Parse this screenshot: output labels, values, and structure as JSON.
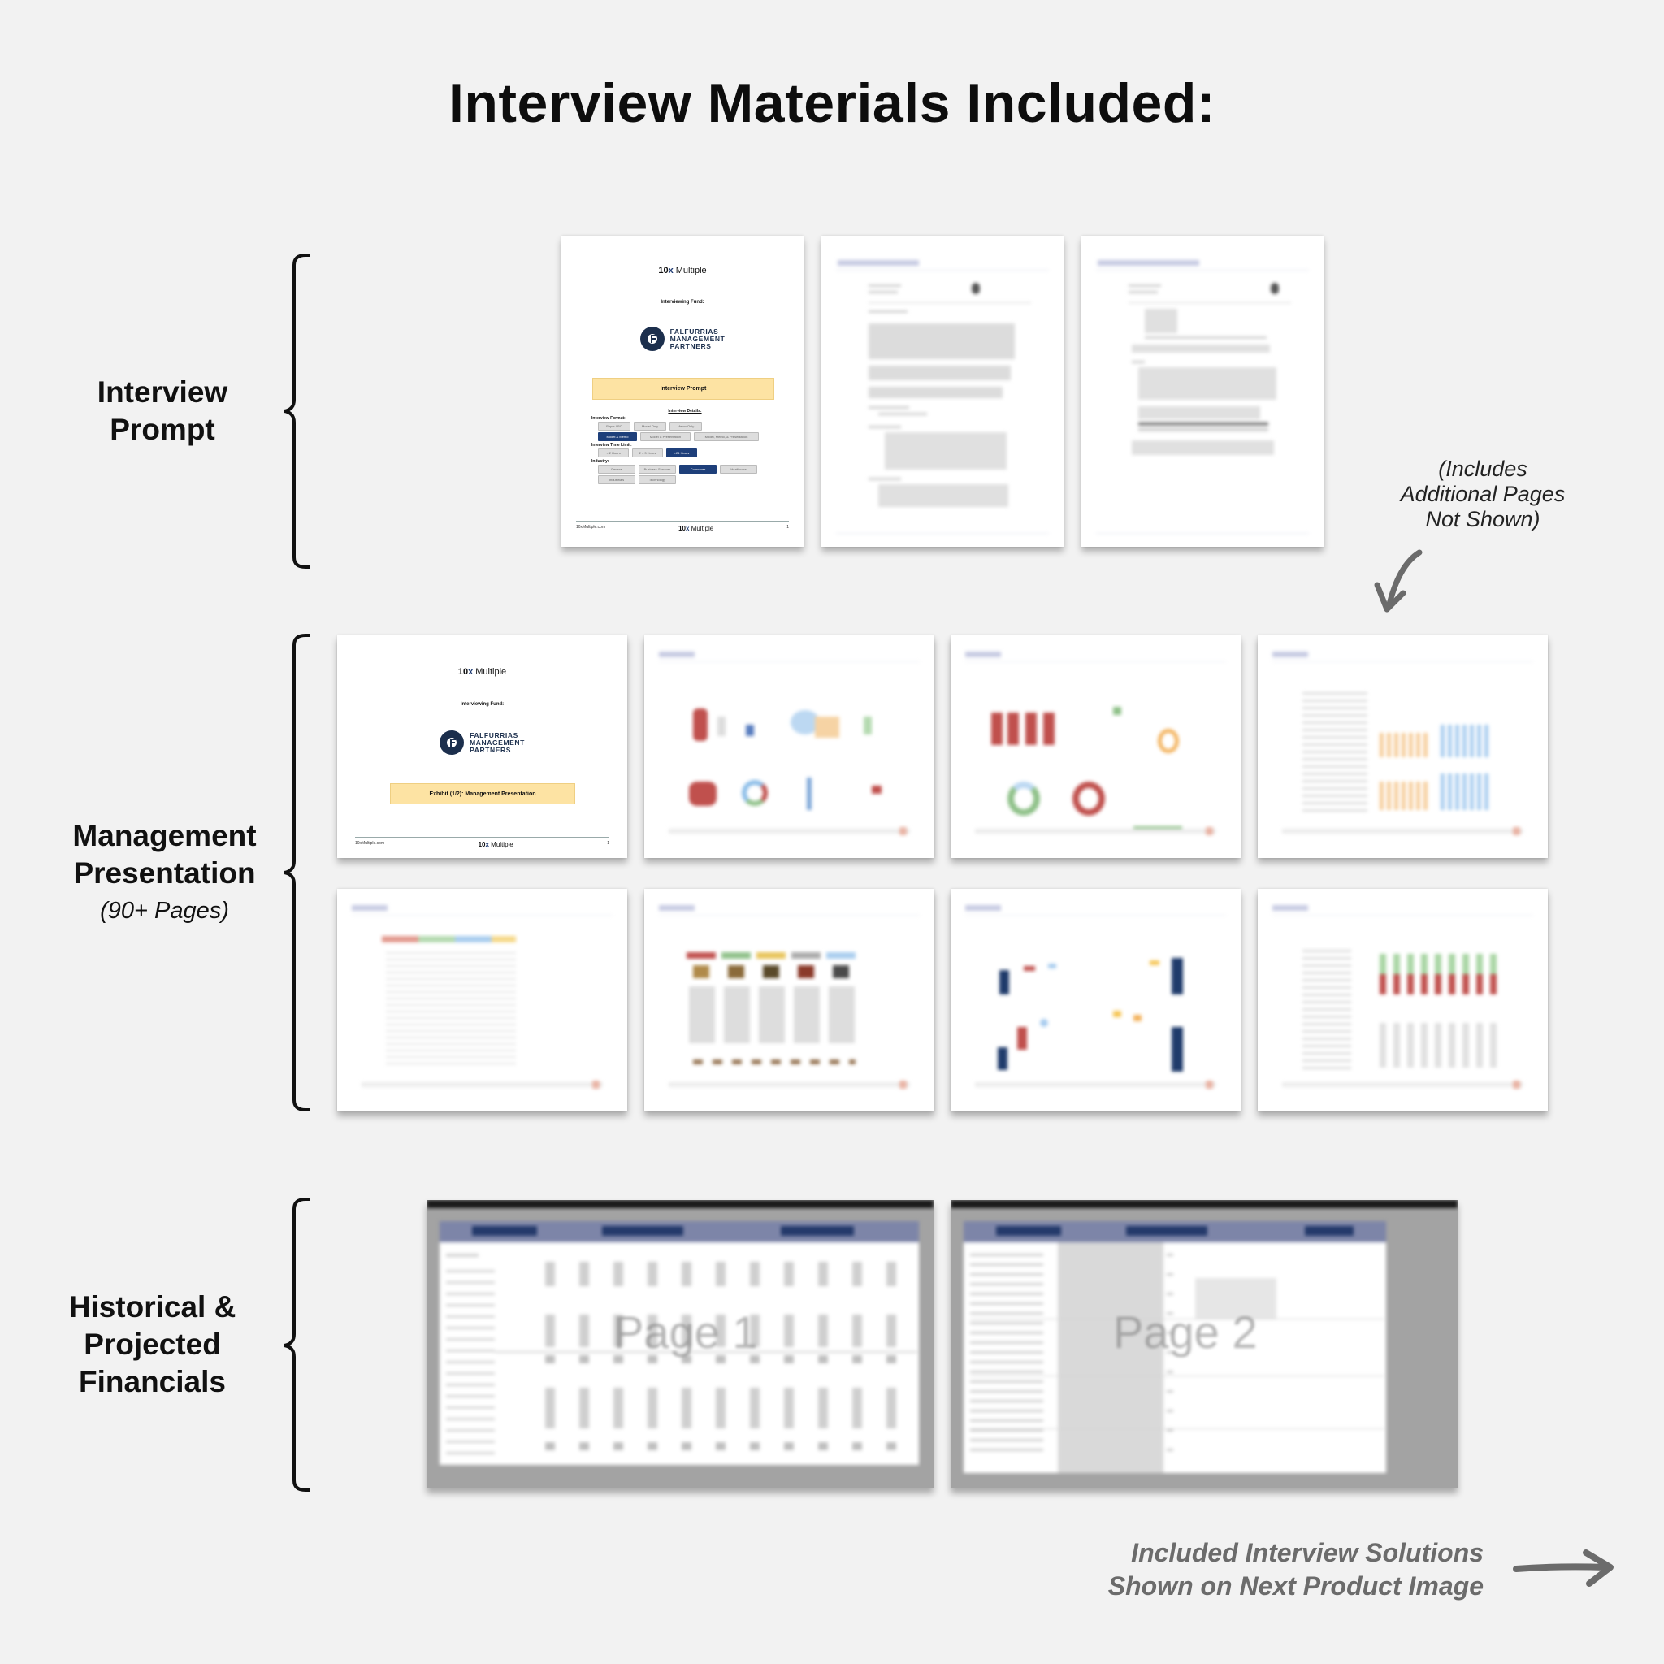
{
  "title": "Interview Materials Included:",
  "sections": {
    "prompt": {
      "label_line1": "Interview",
      "label_line2": "Prompt"
    },
    "presentation": {
      "label_line1": "Management",
      "label_line2": "Presentation",
      "sub": "(90+ Pages)"
    },
    "financials": {
      "label_line1": "Historical &",
      "label_line2": "Projected",
      "label_line3": "Financials"
    }
  },
  "prompt_cover": {
    "brand_bold": "10",
    "brand_x": "x",
    "brand_rest": " Multiple",
    "fund_label": "Interviewing Fund:",
    "fund_name_1": "FALFURRIAS",
    "fund_name_2": "MANAGEMENT",
    "fund_name_3": "PARTNERS",
    "banner": "Interview Prompt",
    "details_heading": "Interview Details:",
    "format_label": "Interview Format:",
    "format_row1": [
      "Paper LBO",
      "Model Only",
      "Memo Only"
    ],
    "format_row2": [
      "Model & Memo",
      "Model & Presentation",
      "Model, Memo, & Presentation"
    ],
    "format_selected": "Model & Memo",
    "time_label": "Interview Time Limit:",
    "time_options": [
      "< 2 Hours",
      "2 – 3 Hours",
      ">24 Hours"
    ],
    "time_selected": ">24 Hours",
    "industry_label": "Industry:",
    "industry_row1": [
      "General",
      "Business Services",
      "Consumer",
      "Healthcare"
    ],
    "industry_row2": [
      "Industrials",
      "Technology"
    ],
    "industry_selected": "Consumer",
    "footer_left": "10xMultiple.com",
    "footer_page": "1"
  },
  "presentation_cover": {
    "fund_label": "Interviewing Fund:",
    "banner": "Exhibit (1/2): Management Presentation",
    "footer_page": "1"
  },
  "financials": {
    "page1_watermark": "Page 1",
    "page2_watermark": "Page 2"
  },
  "notes": {
    "additional_line1": "(Includes",
    "additional_line2": "Additional Pages",
    "additional_line3": "Not Shown)",
    "solutions_line1": "Included Interview Solutions",
    "solutions_line2": "Shown on Next Product Image"
  },
  "colors": {
    "background": "#f2f2f2",
    "navy": "#1c2f4d",
    "chip_selected": "#1e3f7a",
    "banner_yellow": "#fde3a3",
    "arrow_gray": "#6b6b6b"
  }
}
